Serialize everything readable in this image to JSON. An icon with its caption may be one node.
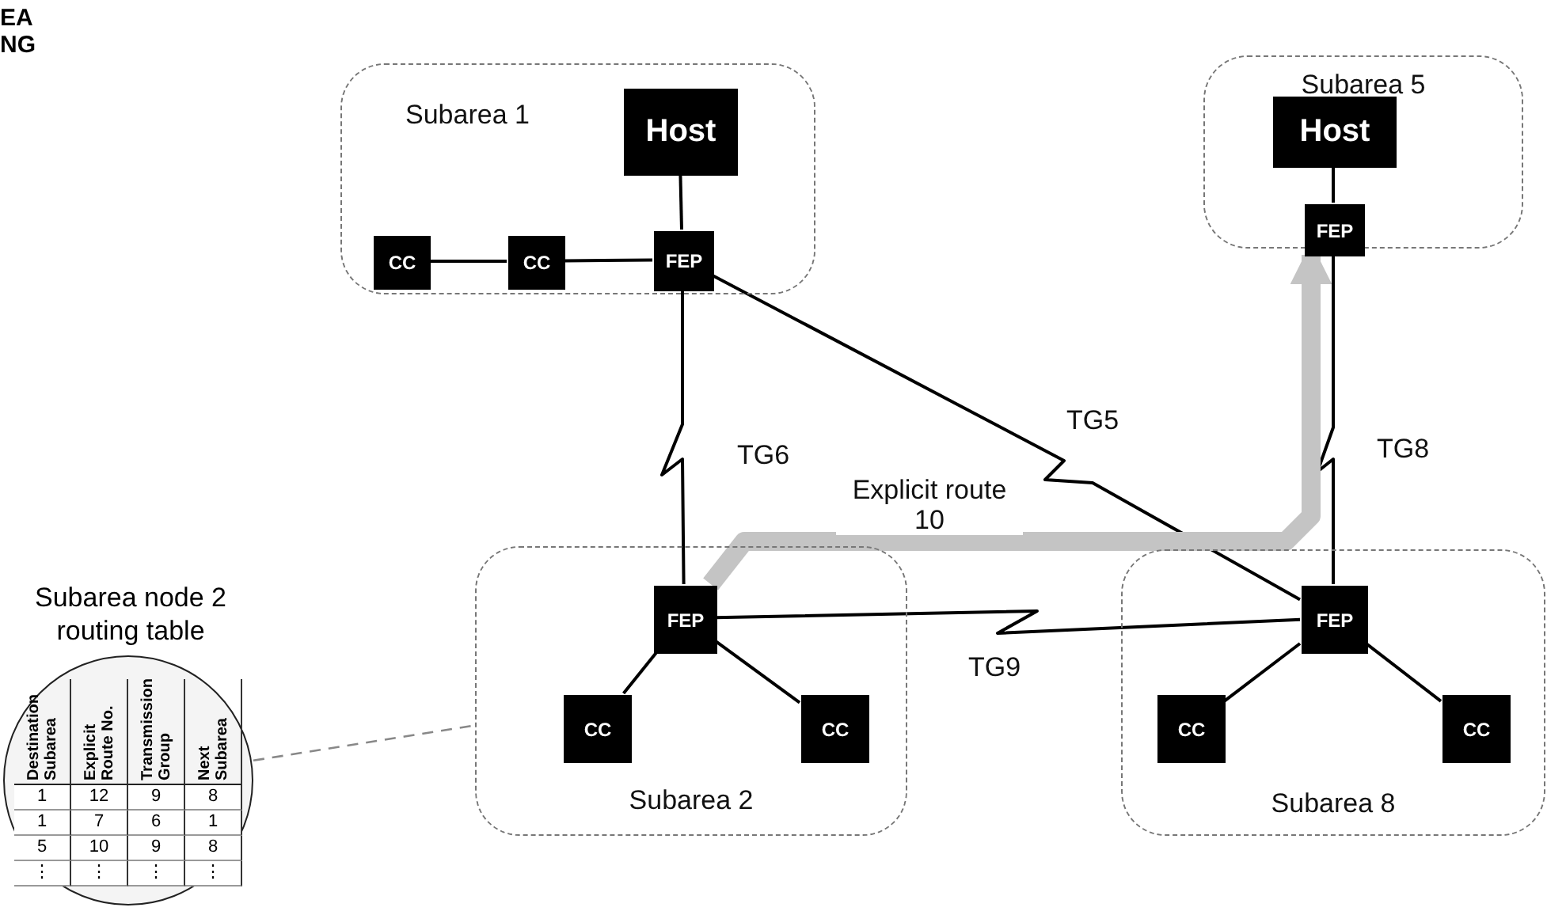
{
  "diagram": {
    "nodes": [
      {
        "text": [
          "Subarea 1"
        ]
      },
      {
        "text": [
          "Host"
        ],
        "in": 0
      },
      {
        "text": [
          "CC"
        ],
        "in": 0
      },
      {
        "text": [
          "CC"
        ],
        "in": 0
      },
      {
        "text": [
          "FEP"
        ],
        "in": 0
      },
      {
        "text": [
          "Subarea 5"
        ]
      },
      {
        "text": [
          "Host"
        ],
        "in": 5
      },
      {
        "text": [
          "FEP"
        ],
        "in": 5
      },
      {
        "text": [
          "Subarea node 2 routing table"
        ]
      },
      {
        "text": [
          "Subarea 2"
        ]
      },
      {
        "text": [
          "FEP"
        ],
        "in": 9
      },
      {
        "text": [
          "CC"
        ],
        "in": 9
      },
      {
        "text": [
          "CC"
        ],
        "in": 9
      },
      {
        "text": [
          "Subarea 8"
        ]
      },
      {
        "text": [
          "FEP"
        ],
        "in": 13
      },
      {
        "text": [
          "CC"
        ],
        "in": 13
      },
      {
        "text": [
          "CC"
        ],
        "in": 13
      }
    ],
    "edges": [
      {
        "from": 1,
        "to": 4,
        "arrow": "none"
      },
      {
        "from": 2,
        "to": 3,
        "arrow": "none"
      },
      {
        "from": 3,
        "to": 4,
        "arrow": "none"
      },
      {
        "from": 4,
        "to": 10,
        "arrow": "none",
        "label": "TG6"
      },
      {
        "from": 4,
        "to": 14,
        "arrow": "none",
        "label": "TG5"
      },
      {
        "from": 6,
        "to": 7,
        "arrow": "none"
      },
      {
        "from": 7,
        "to": 14,
        "arrow": "none",
        "label": "TG8"
      },
      {
        "from": 10,
        "to": 14,
        "arrow": "none",
        "label": "TG9"
      },
      {
        "from": 10,
        "to": 11,
        "arrow": "none"
      },
      {
        "from": 10,
        "to": 12,
        "arrow": "none"
      },
      {
        "from": 14,
        "to": 15,
        "arrow": "none"
      },
      {
        "from": 14,
        "to": 16,
        "arrow": "none"
      },
      {
        "from": 8,
        "to": 9,
        "arrow": "none",
        "style": "dashed",
        "color": "#888888"
      },
      {
        "from": 10,
        "to": 7,
        "arrow": "to",
        "label": "Explicit route 10",
        "style": "thick",
        "color": "#c4c4c4"
      }
    ],
    "labels": [
      "EA",
      "NG",
      "Destination Subarea",
      "Explicit Route No.",
      "Transmission Group",
      "Next Subarea",
      "1",
      "12",
      "9",
      "8",
      "1",
      "7",
      "6",
      "1",
      "5",
      "10",
      "9",
      "8",
      "⋮",
      "⋮",
      "⋮",
      "⋮"
    ]
  }
}
